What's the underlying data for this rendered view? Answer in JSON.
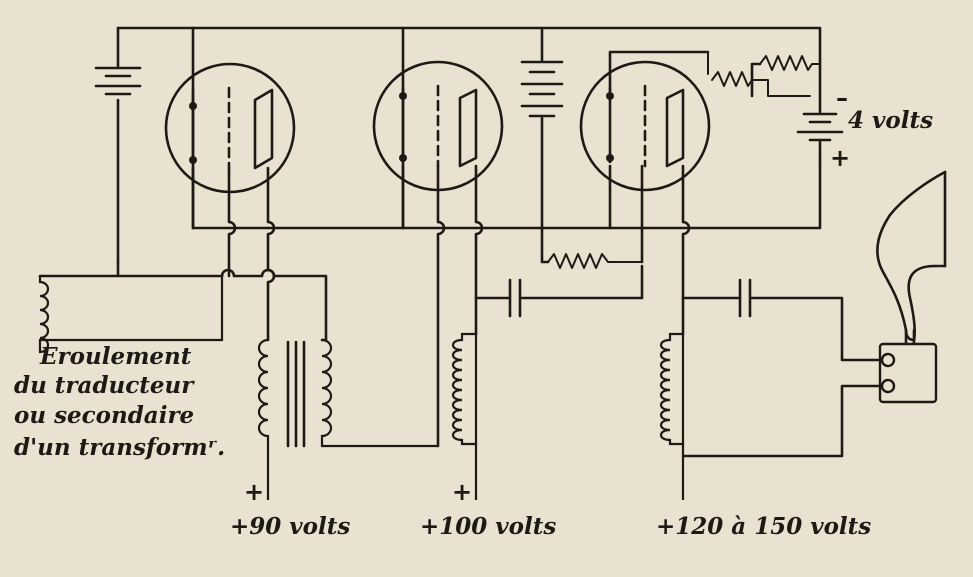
{
  "labels": {
    "winding_line1": "Eroulement",
    "winding_line2": "du traducteur",
    "winding_line3": "ou secondaire",
    "winding_line4": "d'un transformʳ.",
    "v90": "+90 volts",
    "v100": "+100 volts",
    "v120": "+120 à 150 volts",
    "v4": "4 volts",
    "plus": "+",
    "minus": "–"
  },
  "colors": {
    "ink": "#1d1a16",
    "paper": "#e9e2d0"
  }
}
